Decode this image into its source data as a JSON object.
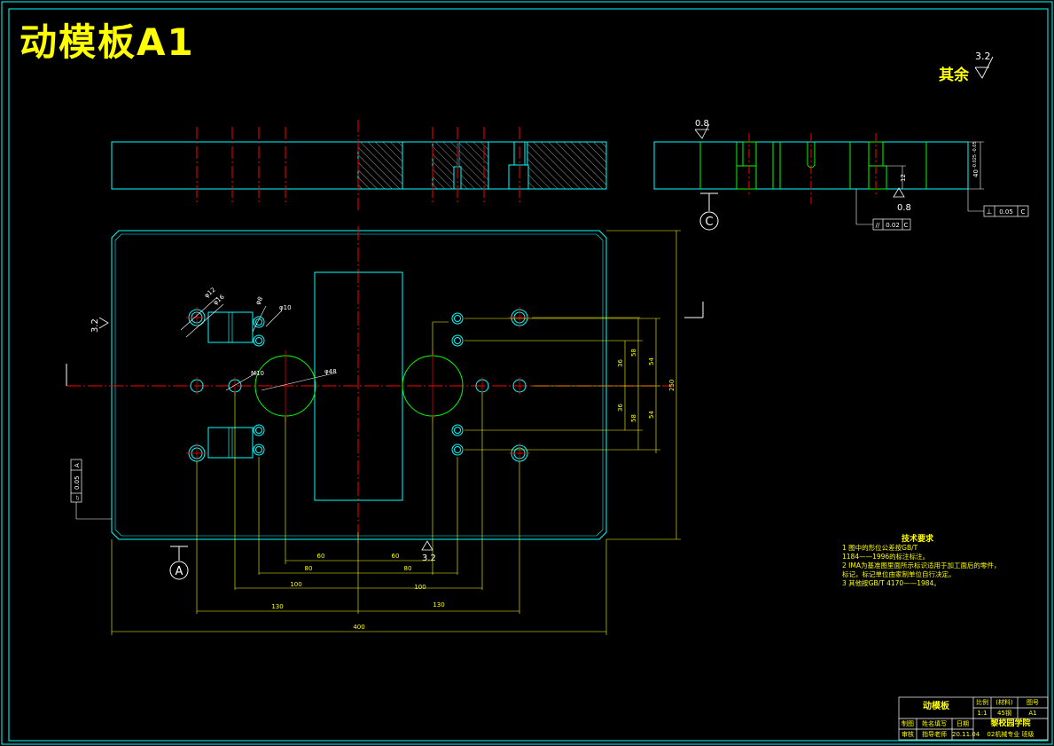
{
  "title": "动模板A1",
  "roughness_note": {
    "label": "其余",
    "value": "3.2"
  },
  "roughness": {
    "face": "0.8",
    "slot": "0.8",
    "edge": "3.2",
    "bottom": "3.2"
  },
  "datums": {
    "a": "A",
    "c": "C"
  },
  "tolerances": {
    "flat_left": {
      "symbol": "⏥",
      "value": "0.05",
      "datum": "A"
    },
    "parallel": {
      "symbol": "//",
      "value": "0.02",
      "datum": "C"
    },
    "perp": {
      "symbol": "⊥",
      "value": "0.05",
      "datum": "C"
    }
  },
  "dims": {
    "d12": "φ12",
    "d16": "φ16",
    "d8": "φ8",
    "d10": "φ10",
    "m10": "M10",
    "d48": "φ48",
    "h36a": "36",
    "h58a": "58",
    "h54a": "54",
    "h36b": "36",
    "h58b": "58",
    "h54b": "54",
    "h250": "250",
    "w60l": "60",
    "w60r": "60",
    "w80l": "80",
    "w80r": "80",
    "w100l": "100",
    "w100r": "100",
    "w130l": "130",
    "w130r": "130",
    "w400": "400",
    "side_thk": "40",
    "side_tol": "-0.025 -0.05",
    "side_12": "12"
  },
  "tech": {
    "heading": "技术要求",
    "lines": [
      "1 图中的形位公差按GB/T",
      "1184——1996的标注标注。",
      "2 IMA为基准图里面所示标识适用于加工面后的零件，",
      "标记，标记单位由家制单位自行决定。",
      "3 其他按GB/T 4170——1984。"
    ]
  },
  "title_block": {
    "name": "动模板",
    "scale_label": "比例",
    "qty_label": "(材料)",
    "drawing_label": "图号",
    "scale": "1:1",
    "material": "45钢",
    "drawing_no": "A1",
    "drawn_label": "制图",
    "drawn_by": "姓名填写",
    "date_label": "日期",
    "check_label": "审核",
    "checked_by": "指导老师",
    "date": "20.11.04",
    "school": "黎校园学院",
    "major": "02机械专业 班级"
  },
  "colors": {
    "bg": "#000000",
    "frame": "#00ffff",
    "center": "#ff0000",
    "dim": "#ffff00",
    "hidden": "#00ff00"
  }
}
